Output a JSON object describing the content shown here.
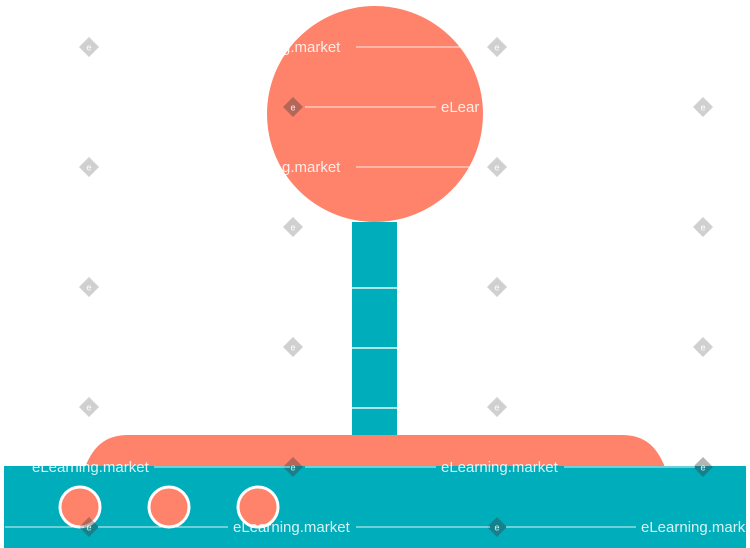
{
  "illustration": {
    "subject": "joystick-icon",
    "colors": {
      "background": "#ffffff",
      "coral": "#ff826b",
      "teal": "#00adbb",
      "circle_outline": "#ffffff"
    },
    "base_buttons_count": 3
  },
  "watermark": {
    "text": "eLearning.market",
    "partial_text": "eLear",
    "cropped_text": "g.market",
    "mark_glyph": "e",
    "color": "#c8c8c8"
  }
}
